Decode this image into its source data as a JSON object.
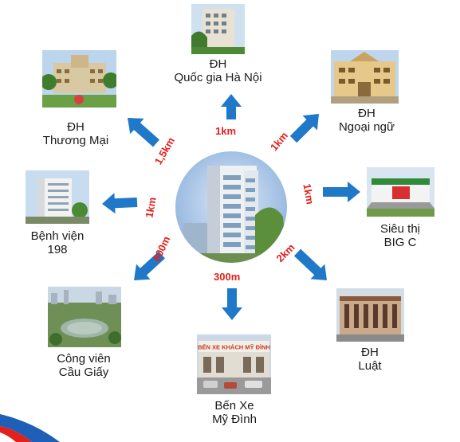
{
  "center": {
    "name": "apartment-building"
  },
  "destinations": [
    {
      "id": "dh-quoc-gia",
      "lines": [
        "ĐH",
        "Quốc gia Hà Nội"
      ],
      "distance": "1km"
    },
    {
      "id": "dh-ngoai-ngu",
      "lines": [
        "ĐH",
        "Ngoại ngữ"
      ],
      "distance": "1km"
    },
    {
      "id": "sieu-thi-big-c",
      "lines": [
        "Siêu thị",
        "BIG C"
      ],
      "distance": "1km"
    },
    {
      "id": "dh-luat",
      "lines": [
        "ĐH",
        "Luật"
      ],
      "distance": "2km"
    },
    {
      "id": "ben-xe-my-dinh",
      "lines": [
        "Bến Xe",
        "Mỹ Đình"
      ],
      "distance": "300m"
    },
    {
      "id": "cong-vien-cau-giay",
      "lines": [
        "Công viên",
        "Cầu Giấy"
      ],
      "distance": "800m"
    },
    {
      "id": "benh-vien-198",
      "lines": [
        "Bệnh viện",
        "198"
      ],
      "distance": "1km"
    },
    {
      "id": "dh-thuong-mai",
      "lines": [
        "ĐH",
        "Thương Mại"
      ],
      "distance": "1,5km"
    }
  ],
  "signs": {
    "ben_xe": "BẾN XE KHÁCH MỸ ĐÌNH"
  },
  "colors": {
    "arrow": "#1f78c8",
    "distance_text": "#e3201b",
    "label_text": "#1a1a1a",
    "corner_accent": "#1f5fb8"
  }
}
